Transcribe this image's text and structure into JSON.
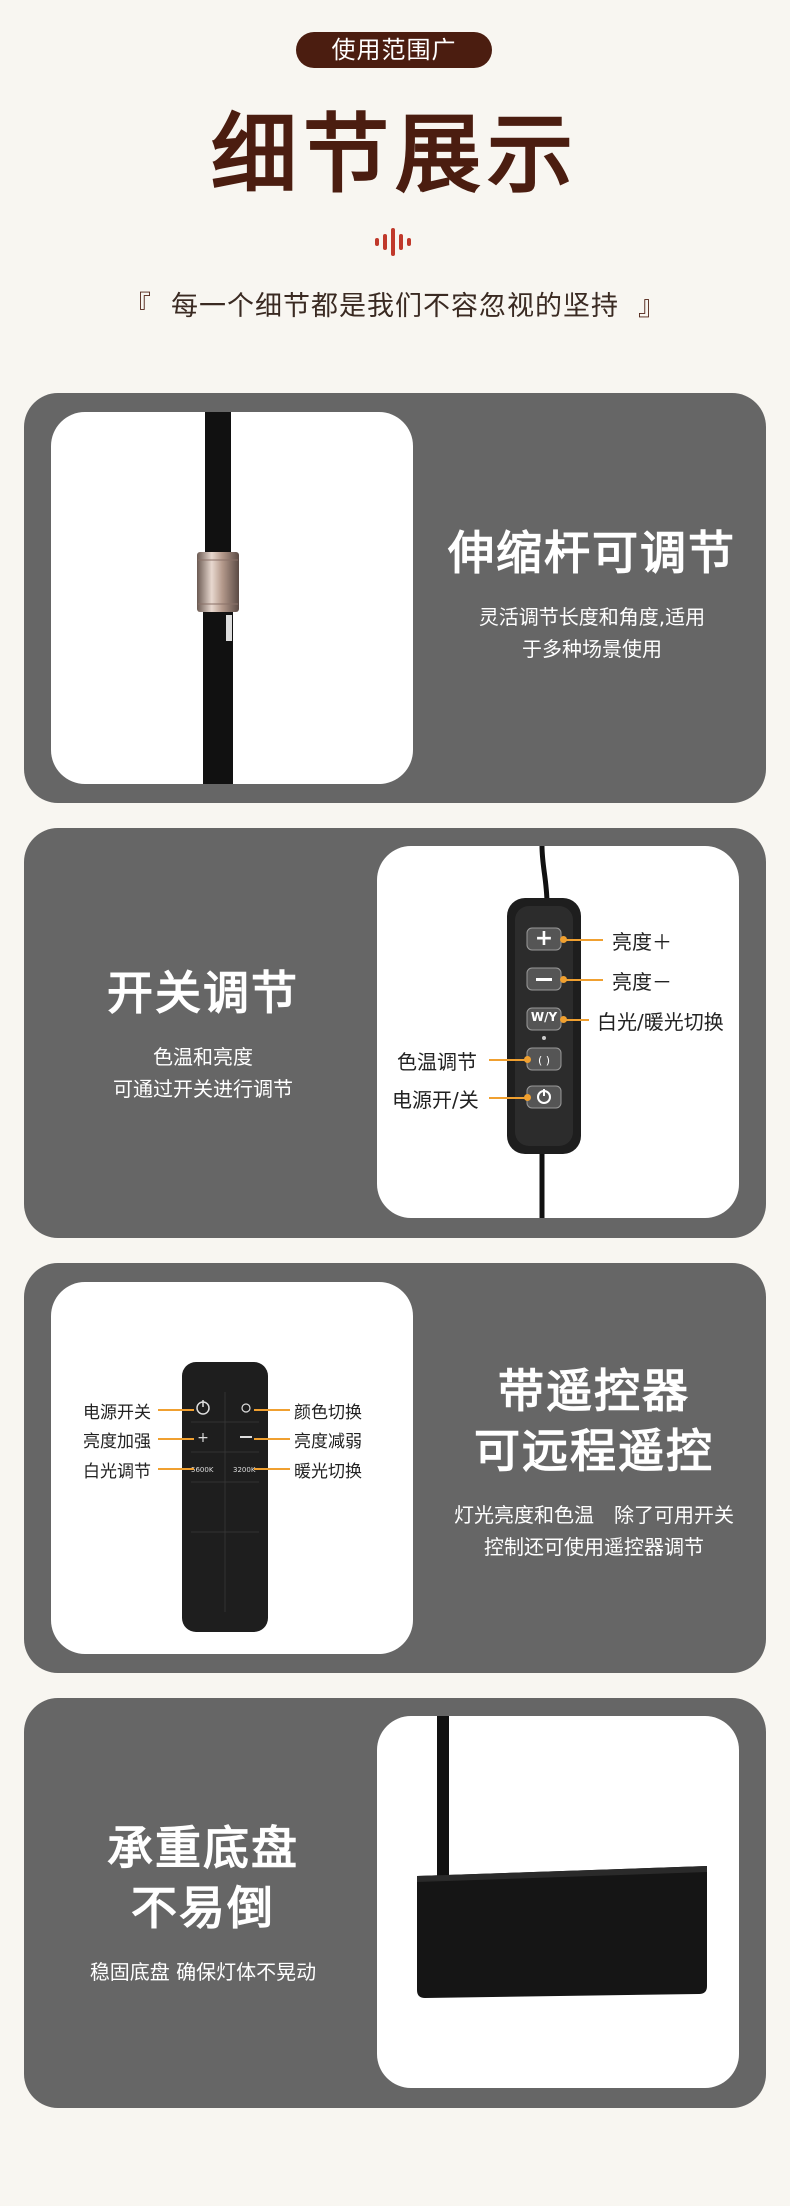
{
  "header": {
    "badge": "使用范围广",
    "title": "细节展示",
    "tagline_open": "『",
    "tagline": "每一个细节都是我们不容忽视的坚持",
    "tagline_close": "』"
  },
  "sections": [
    {
      "heading": "伸缩杆可调节",
      "desc_line1": "灵活调节长度和角度,适用",
      "desc_line2": "于多种场景使用"
    },
    {
      "heading": "开关调节",
      "desc_line1": "色温和亮度",
      "desc_line2": "可通过开关进行调节",
      "callouts": {
        "brightness_up": "亮度＋",
        "brightness_down": "亮度－",
        "white_warm": "白光/暖光切换",
        "color_temp": "色温调节",
        "power": "电源开/关"
      },
      "switch_wy": "W/Y"
    },
    {
      "heading_line1": "带遥控器",
      "heading_line2": "可远程遥控",
      "desc_line1": "灯光亮度和色温　除了可用开关",
      "desc_line2": "控制还可使用遥控器调节",
      "remote": {
        "power": "电源开关",
        "bright_up": "亮度加强",
        "white": "白光调节",
        "color_switch": "颜色切换",
        "bright_down": "亮度减弱",
        "warm": "暖光切换",
        "k_white": "5600K",
        "k_warm": "3200K"
      }
    },
    {
      "heading_line1": "承重底盘",
      "heading_line2": "不易倒",
      "desc_line1": "稳固底盘 确保灯体不晃动"
    }
  ],
  "colors": {
    "brand_brown": "#4b1d10",
    "card_gray": "#666666",
    "accent_orange": "#f0a030"
  }
}
